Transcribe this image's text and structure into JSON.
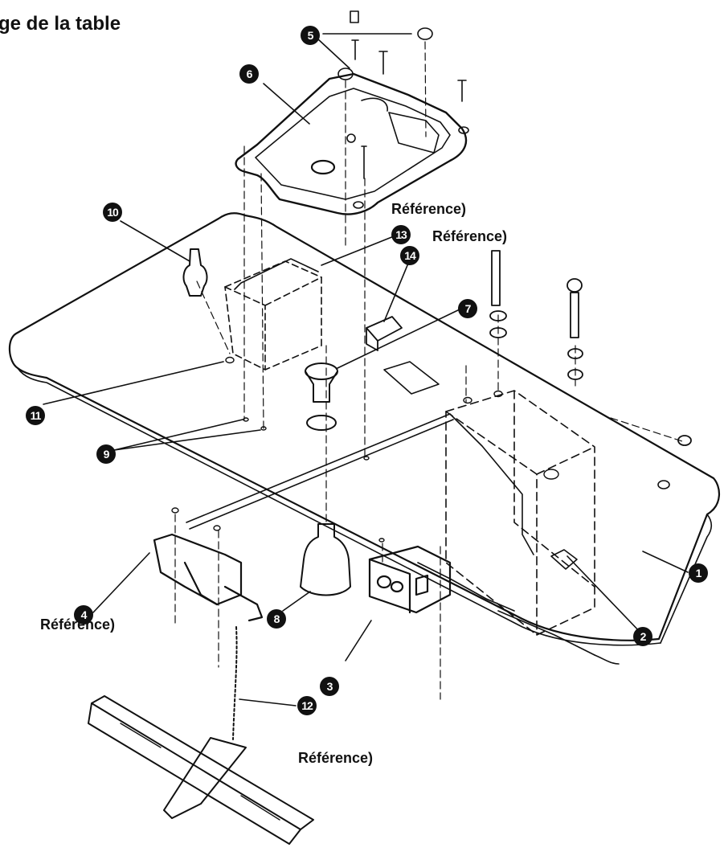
{
  "title": "ge de la table",
  "reference_label": "Référence)",
  "callouts": [
    "1",
    "2",
    "3",
    "4",
    "5",
    "6",
    "7",
    "8",
    "9",
    "10",
    "11",
    "12",
    "13",
    "14"
  ],
  "colors": {
    "ink": "#111111",
    "paper": "#ffffff"
  }
}
